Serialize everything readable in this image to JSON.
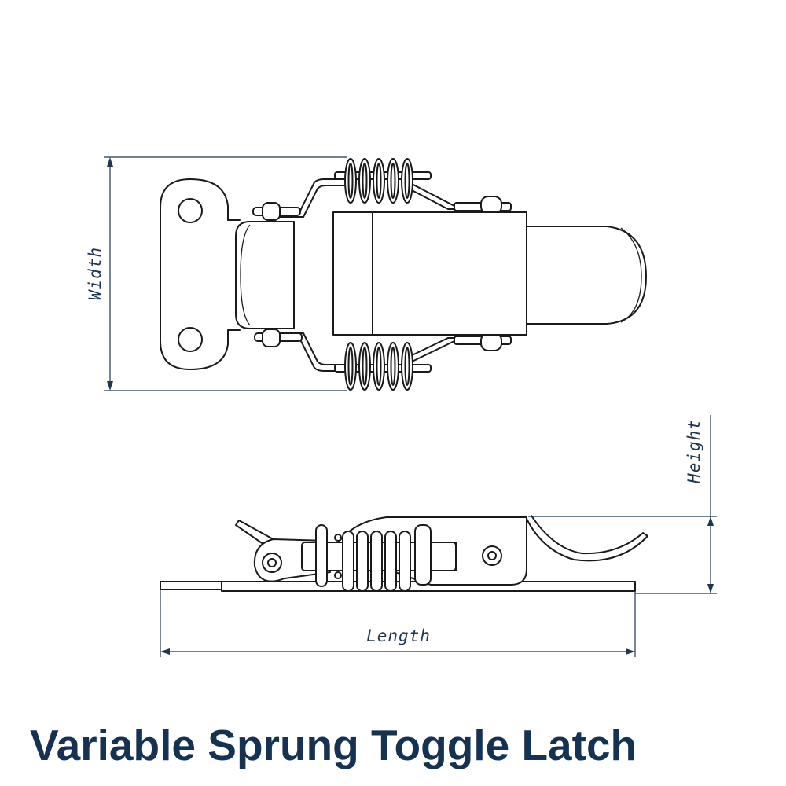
{
  "title": "Variable Sprung Toggle Latch",
  "dimensions": {
    "width_label": "Width",
    "height_label": "Height",
    "length_label": "Length"
  },
  "colors": {
    "title": "#163252",
    "dimension": "#1f3650",
    "line": "#1a1a1a",
    "background": "#ffffff"
  }
}
